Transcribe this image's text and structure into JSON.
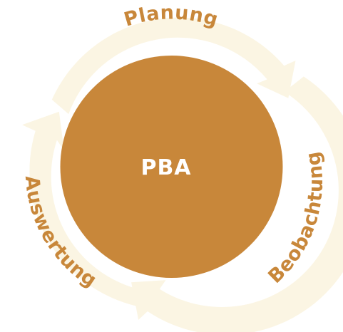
{
  "diagram": {
    "center": {
      "label": "PBA"
    },
    "stages": [
      {
        "label": "Planung"
      },
      {
        "label": "Beobachtung"
      },
      {
        "label": "Auswertung"
      }
    ],
    "colors": {
      "center_fill": "#C8873A",
      "center_text": "#FFFFFF",
      "ring_fill": "#FBF5E3",
      "stage_text": "#C8873A",
      "background": "#FFFFFF"
    }
  }
}
